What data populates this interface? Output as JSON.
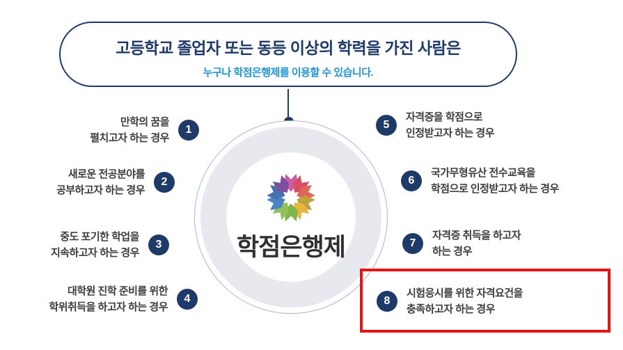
{
  "bubble": {
    "title": "고등학교 졸업자 또는 동등 이상의 학력을 가진 사람은",
    "subtitle": "누구나 학점은행제를 이용할 수 있습니다."
  },
  "center": {
    "label": "학점은행제"
  },
  "items": [
    {
      "num": "1",
      "line1": "만학의 꿈을",
      "line2": "펼치고자 하는 경우"
    },
    {
      "num": "2",
      "line1": "새로운 전공분야를",
      "line2": "공부하고자 하는 경우"
    },
    {
      "num": "3",
      "line1": "중도 포기한 학업을",
      "line2": "지속하고자 하는 경우"
    },
    {
      "num": "4",
      "line1": "대학원 진학 준비를 위한",
      "line2": "학위취득을 하고자 하는 경우"
    },
    {
      "num": "5",
      "line1": "자격증을 학점으로",
      "line2": "인정받고자 하는 경우"
    },
    {
      "num": "6",
      "line1": "국가무형유산 전수교육을",
      "line2": "학점으로 인정받고자 하는 경우"
    },
    {
      "num": "7",
      "line1": "자격증 취득을 하고자",
      "line2": "하는 경우"
    },
    {
      "num": "8",
      "line1": "시험응시를 위한 자격요건을",
      "line2": "충족하고자 하는 경우"
    }
  ],
  "colors": {
    "navy": "#1e3a68",
    "subtitle_blue": "#2196d3",
    "highlight_red": "#ee1313",
    "ring_gray": "#e7e9ee",
    "outline_blue": "#a8b6cf",
    "text_dark": "#3d3d3d"
  },
  "logo": {
    "name": "credit-bank-flower-logo",
    "petal_colors": [
      "#c85da6",
      "#d84f63",
      "#e0655b",
      "#bfa03e",
      "#e9b53e",
      "#7db44b",
      "#8fc05a",
      "#4b86c4",
      "#4a6fb0",
      "#7d4f9e"
    ]
  }
}
